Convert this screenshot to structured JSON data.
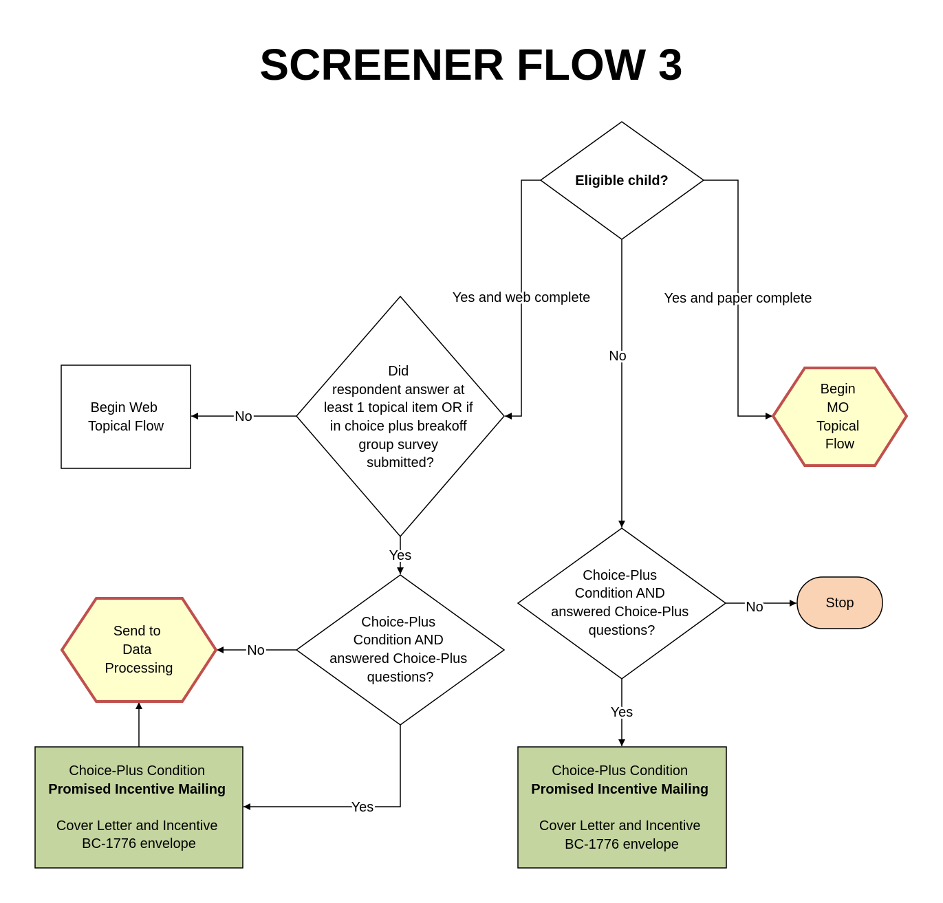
{
  "title": "SCREENER FLOW 3",
  "colors": {
    "terminal_fill": "#FFFFCC",
    "terminal_border": "#C0504D",
    "mailing_fill": "#C4D59F",
    "stop_fill": "#FAD2B4"
  },
  "nodes": {
    "eligible": {
      "lines": [
        "Eligible child?"
      ]
    },
    "did_answer": {
      "lines": [
        "Did",
        "respondent answer at",
        "least 1 topical item OR if",
        "in choice plus breakoff",
        "group survey",
        "submitted?"
      ]
    },
    "begin_web": {
      "lines": [
        "Begin Web",
        "Topical Flow"
      ]
    },
    "begin_mo": {
      "lines": [
        "Begin",
        "MO",
        "Topical",
        "Flow"
      ]
    },
    "choice_right": {
      "lines": [
        "Choice-Plus",
        "Condition AND",
        "answered Choice-Plus",
        "questions?"
      ]
    },
    "choice_left": {
      "lines": [
        "Choice-Plus",
        "Condition AND",
        "answered Choice-Plus",
        "questions?"
      ]
    },
    "stop": {
      "lines": [
        "Stop"
      ]
    },
    "send_dp": {
      "lines": [
        "Send to",
        "Data",
        "Processing"
      ]
    },
    "mailing_left": {
      "lines": [
        "Choice-Plus Condition",
        "Promised Incentive Mailing",
        "",
        "Cover Letter and Incentive",
        "BC-1776 envelope"
      ]
    },
    "mailing_right": {
      "lines": [
        "Choice-Plus Condition",
        "Promised Incentive Mailing",
        "",
        "Cover Letter and Incentive",
        "BC-1776 envelope"
      ]
    }
  },
  "edges": {
    "web_complete": "Yes and web complete",
    "paper_complete": "Yes and paper complete",
    "eligible_no": "No",
    "did_no": "No",
    "did_yes": "Yes",
    "right_no": "No",
    "right_yes": "Yes",
    "left_no": "No",
    "left_yes": "Yes"
  }
}
